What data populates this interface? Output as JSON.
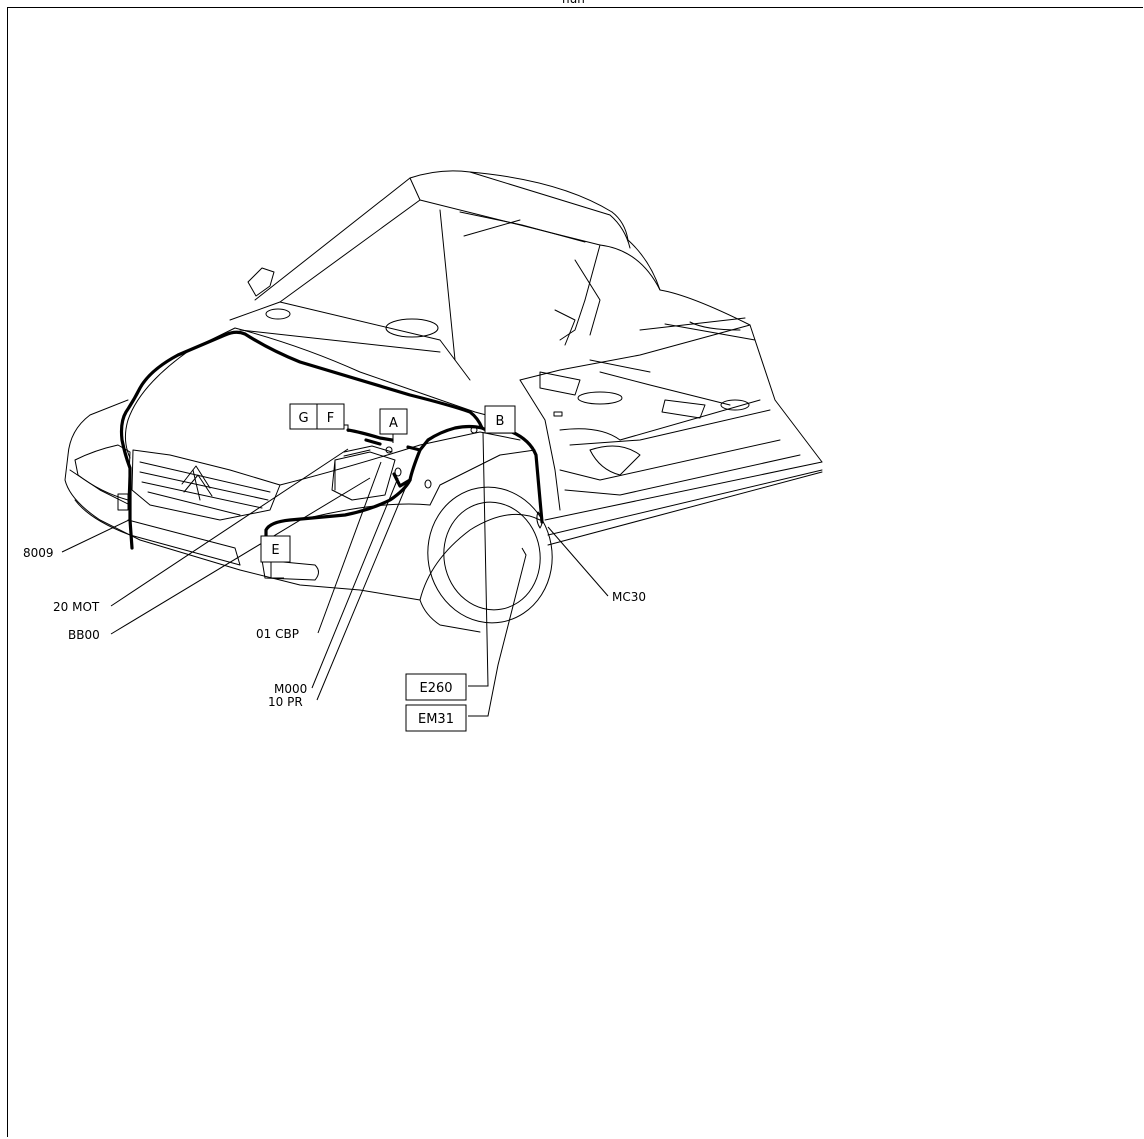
{
  "header": {
    "title": "nun"
  },
  "connectors": {
    "G": "G",
    "F": "F",
    "A": "A",
    "B": "B",
    "E": "E"
  },
  "boxed_refs": {
    "e260": "E260",
    "em31": "EM31"
  },
  "labels": {
    "b8009": "8009",
    "mot20": "20 MOT",
    "bb00": "BB00",
    "cbp01": "01 CBP",
    "m000": "M000",
    "pr10": "10 PR",
    "mc30": "MC30"
  }
}
